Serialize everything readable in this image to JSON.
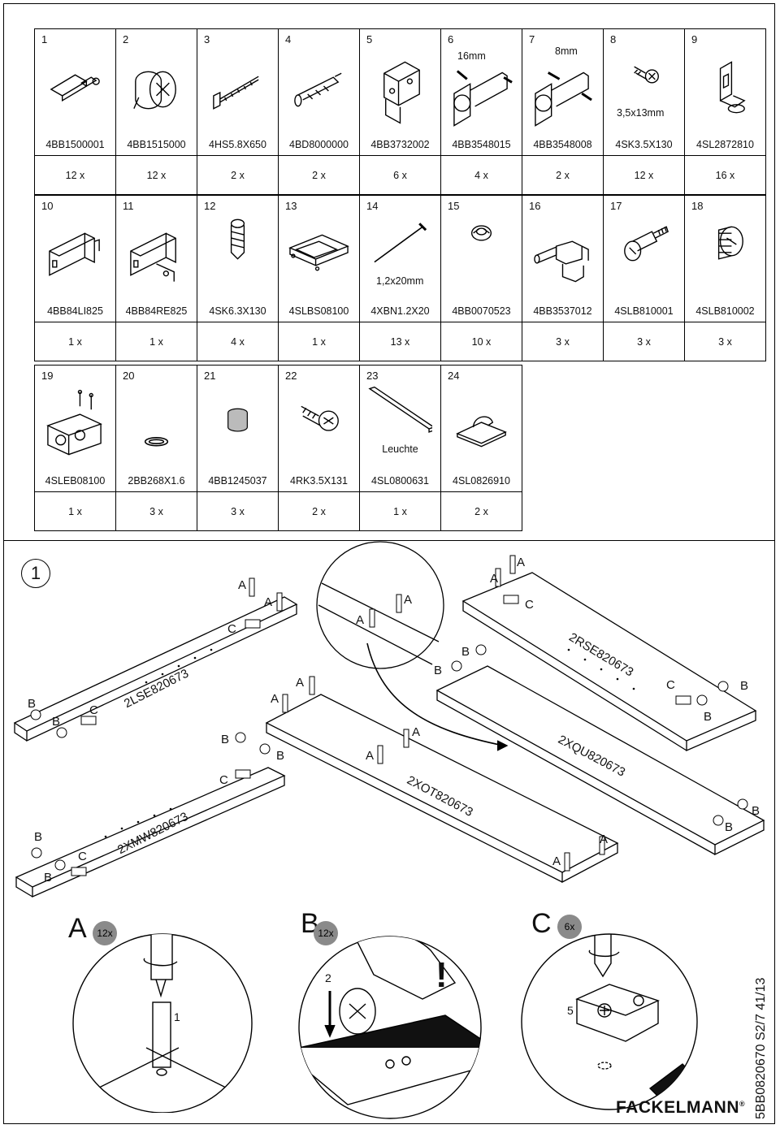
{
  "parts_row1": [
    {
      "num": "1",
      "code": "4BB1500001",
      "qty": "12 x",
      "icon": "cam-dowel-icon"
    },
    {
      "num": "2",
      "code": "4BB1515000",
      "qty": "12 x",
      "icon": "cam-lock-icon"
    },
    {
      "num": "3",
      "code": "4HS5.8X650",
      "qty": "2 x",
      "icon": "hook-screw-icon"
    },
    {
      "num": "4",
      "code": "4BD8000000",
      "qty": "2 x",
      "icon": "wall-plug-icon"
    },
    {
      "num": "5",
      "code": "4BB3732002",
      "qty": "6 x",
      "icon": "hinge-plate-icon"
    },
    {
      "num": "6",
      "code": "4BB3548015",
      "qty": "4 x",
      "icon": "hinge-icon",
      "note": "16mm"
    },
    {
      "num": "7",
      "code": "4BB3548008",
      "qty": "2 x",
      "icon": "hinge-icon",
      "note": "8mm"
    },
    {
      "num": "8",
      "code": "4SK3.5X130",
      "qty": "12 x",
      "icon": "screw-icon",
      "note": "3,5x13mm"
    },
    {
      "num": "9",
      "code": "4SL2872810",
      "qty": "16 x",
      "icon": "shelf-support-icon"
    }
  ],
  "parts_row2": [
    {
      "num": "10",
      "code": "4BB84LI825",
      "qty": "1 x",
      "icon": "bracket-left-icon"
    },
    {
      "num": "11",
      "code": "4BB84RE825",
      "qty": "1 x",
      "icon": "bracket-right-icon"
    },
    {
      "num": "12",
      "code": "4SK6.3X130",
      "qty": "4 x",
      "icon": "screw-icon"
    },
    {
      "num": "13",
      "code": "4SLBS08100",
      "qty": "1 x",
      "icon": "tray-icon"
    },
    {
      "num": "14",
      "code": "4XBN1.2X20",
      "qty": "13 x",
      "icon": "nail-icon",
      "note": "1,2x20mm"
    },
    {
      "num": "15",
      "code": "4BB0070523",
      "qty": "10 x",
      "icon": "cap-icon"
    },
    {
      "num": "16",
      "code": "4BB3537012",
      "qty": "3 x",
      "icon": "latch-icon"
    },
    {
      "num": "17",
      "code": "4SLB810001",
      "qty": "3 x",
      "icon": "stud-icon"
    },
    {
      "num": "18",
      "code": "4SLB810002",
      "qty": "3 x",
      "icon": "sleeve-icon"
    }
  ],
  "parts_row3": [
    {
      "num": "19",
      "code": "4SLEB08100",
      "qty": "1 x",
      "icon": "socket-box-icon"
    },
    {
      "num": "20",
      "code": "2BB268X1.6",
      "qty": "3 x",
      "icon": "o-ring-icon"
    },
    {
      "num": "21",
      "code": "4BB1245037",
      "qty": "3 x",
      "icon": "pin-icon"
    },
    {
      "num": "22",
      "code": "4RK3.5X131",
      "qty": "2 x",
      "icon": "screw-icon"
    },
    {
      "num": "23",
      "code": "4SL0800631",
      "qty": "1 x",
      "icon": "light-strip-icon",
      "note": "Leuchte"
    },
    {
      "num": "24",
      "code": "4SL0826910",
      "qty": "2 x",
      "icon": "cable-clip-icon"
    }
  ],
  "step": {
    "number": "1",
    "boards": {
      "lse": "2LSE820673",
      "rse": "2RSE820673",
      "xot": "2XOT820673",
      "xqu": "2XQU820673",
      "xmw": "2XMW820673"
    },
    "labels": {
      "a": "A",
      "b": "B",
      "c": "C"
    }
  },
  "details": {
    "a": {
      "letter": "A",
      "count": "12x",
      "n1": "1"
    },
    "b": {
      "letter": "B",
      "count": "12x",
      "n1": "2",
      "warning": "!"
    },
    "c": {
      "letter": "C",
      "count": "6x",
      "n1": "5"
    }
  },
  "footer": {
    "doc_ref": "5BB0820670 S2/7 41/13",
    "brand": "FACKELMANN",
    "reg": "®"
  }
}
